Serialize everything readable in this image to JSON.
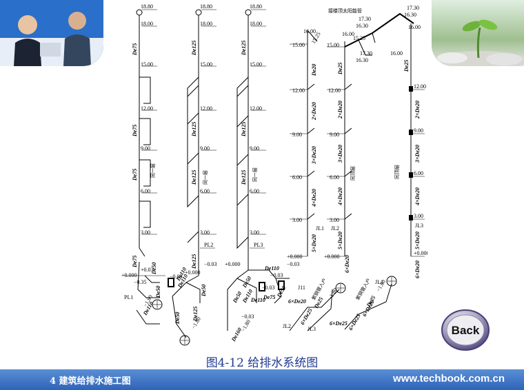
{
  "caption": "图4-12  给排水系统图",
  "footer": {
    "left": "4 建筑给排水施工图",
    "right": "www.techbook.com.cn"
  },
  "back_button": {
    "label": "Back"
  },
  "drawing": {
    "levels": {
      "l1880": "18.80",
      "l1800": "18.00",
      "l1500": "15.00",
      "l1200": "12.00",
      "l900": "9.00",
      "l600": "6.00",
      "l300": "3.00",
      "l0": "+0.000",
      "l1600": "16.00",
      "l1525": "15.25",
      "l1730": "17.30",
      "l1630": "16.30"
    },
    "pipes": {
      "de75": "De75",
      "de125": "De125",
      "de50": "De50",
      "de110": "De110",
      "de25": "De25",
      "de20": "De20",
      "de160": "De160"
    },
    "labels": {
      "pl1": "PL1",
      "pl2": "PL2",
      "pl3": "PL3",
      "jl1": "JL1",
      "jl2": "JL2",
      "jl3": "JL3",
      "j11": "J11",
      "same_floor": "同一层",
      "same_top": "同顶层",
      "roof_solar": "接楼顶太阳能管",
      "x2de20": "2×De20",
      "x3de20": "3×De20",
      "x4de20": "4×De20",
      "x5de20": "5×De20",
      "x6de20": "6×De20",
      "x6de25": "6×De25",
      "m003": "−0.03",
      "p003": "+0.03",
      "m035": "−0.35",
      "m180": "−1.80",
      "main_in": "紫铜管入户"
    }
  }
}
